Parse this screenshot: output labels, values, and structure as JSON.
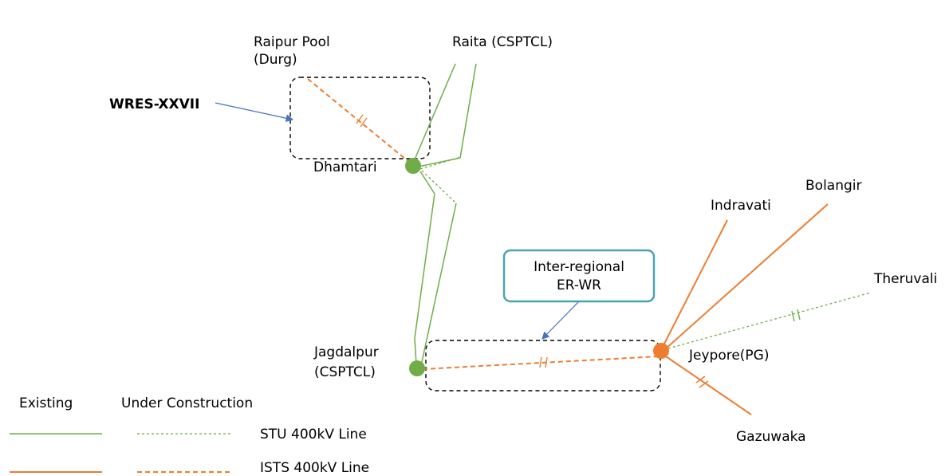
{
  "colors": {
    "stu_line": "#70ad47",
    "ists_line": "#ed7d31",
    "node_green": "#70ad47",
    "node_orange": "#ed7d31",
    "callout_border": "#4aa3b5",
    "arrow_blue": "#4472c4",
    "box_dash": "#000000"
  },
  "nodes": {
    "raipur_pool": "Raipur Pool",
    "raipur_pool_sub": "(Durg)",
    "raita": "Raita (CSPTCL)",
    "dhamtari": "Dhamtari",
    "jagdalpur": "Jagdalpur",
    "jagdalpur_sub": "(CSPTCL)",
    "jeypore": "Jeypore(PG)",
    "indravati": "Indravati",
    "bolangir": "Bolangir",
    "theruvali": "Theruvali",
    "gazuwaka": "Gazuwaka"
  },
  "annotations": {
    "wres": "WRES-XXVII",
    "callout_line1": "Inter-regional",
    "callout_line2": "ER-WR"
  },
  "legend": {
    "existing": "Existing",
    "under_construction": "Under Construction",
    "stu_line": "STU 400kV Line",
    "ists_line": "ISTS 400kV Line"
  }
}
